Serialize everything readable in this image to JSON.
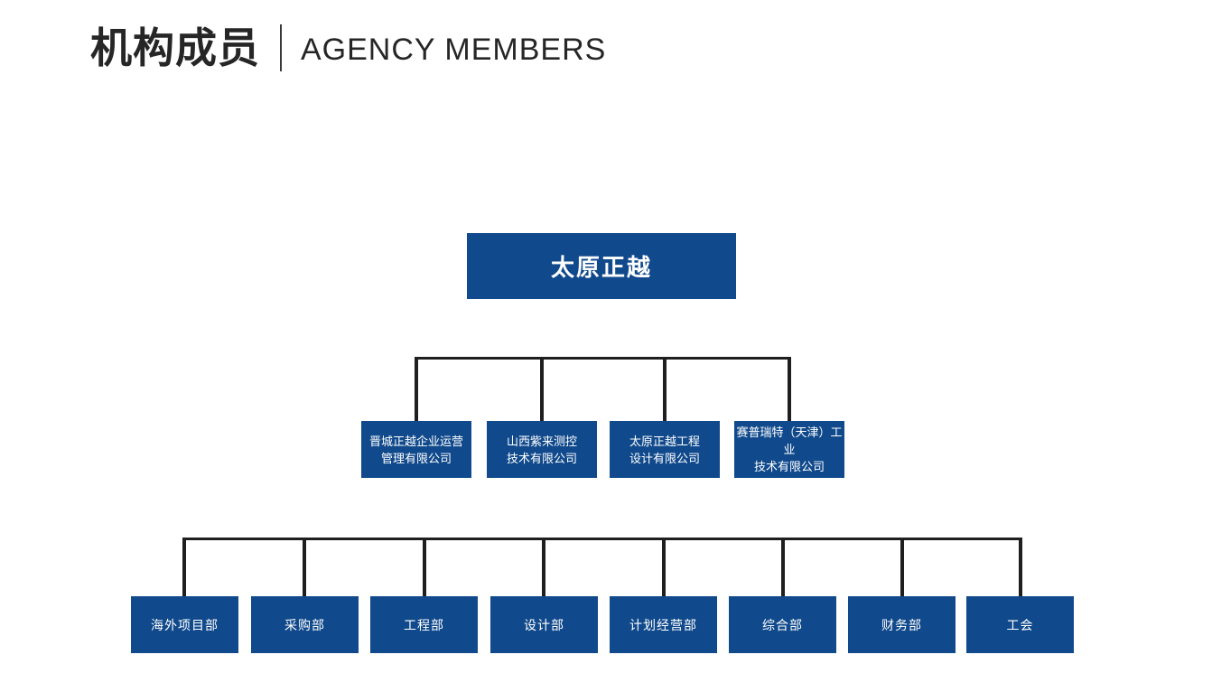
{
  "header": {
    "title_cn": "机构成员",
    "title_en": "AGENCY MEMBERS"
  },
  "colors": {
    "node_blue": "#114a8c",
    "line_dark": "#1f1f1f",
    "title_dark": "#262626",
    "background": "#ffffff"
  },
  "chart": {
    "root": {
      "label": "太原正越"
    },
    "subsidiaries": [
      {
        "line1": "晋城正越企业运营",
        "line2": "管理有限公司"
      },
      {
        "line1": "山西紫来测控",
        "line2": "技术有限公司"
      },
      {
        "line1": "太原正越工程",
        "line2": "设计有限公司"
      },
      {
        "line1": "赛普瑞特（天津）工业",
        "line2": "技术有限公司"
      }
    ],
    "departments": [
      "海外项目部",
      "采购部",
      "工程部",
      "设计部",
      "计划经营部",
      "综合部",
      "财务部",
      "工会"
    ]
  }
}
